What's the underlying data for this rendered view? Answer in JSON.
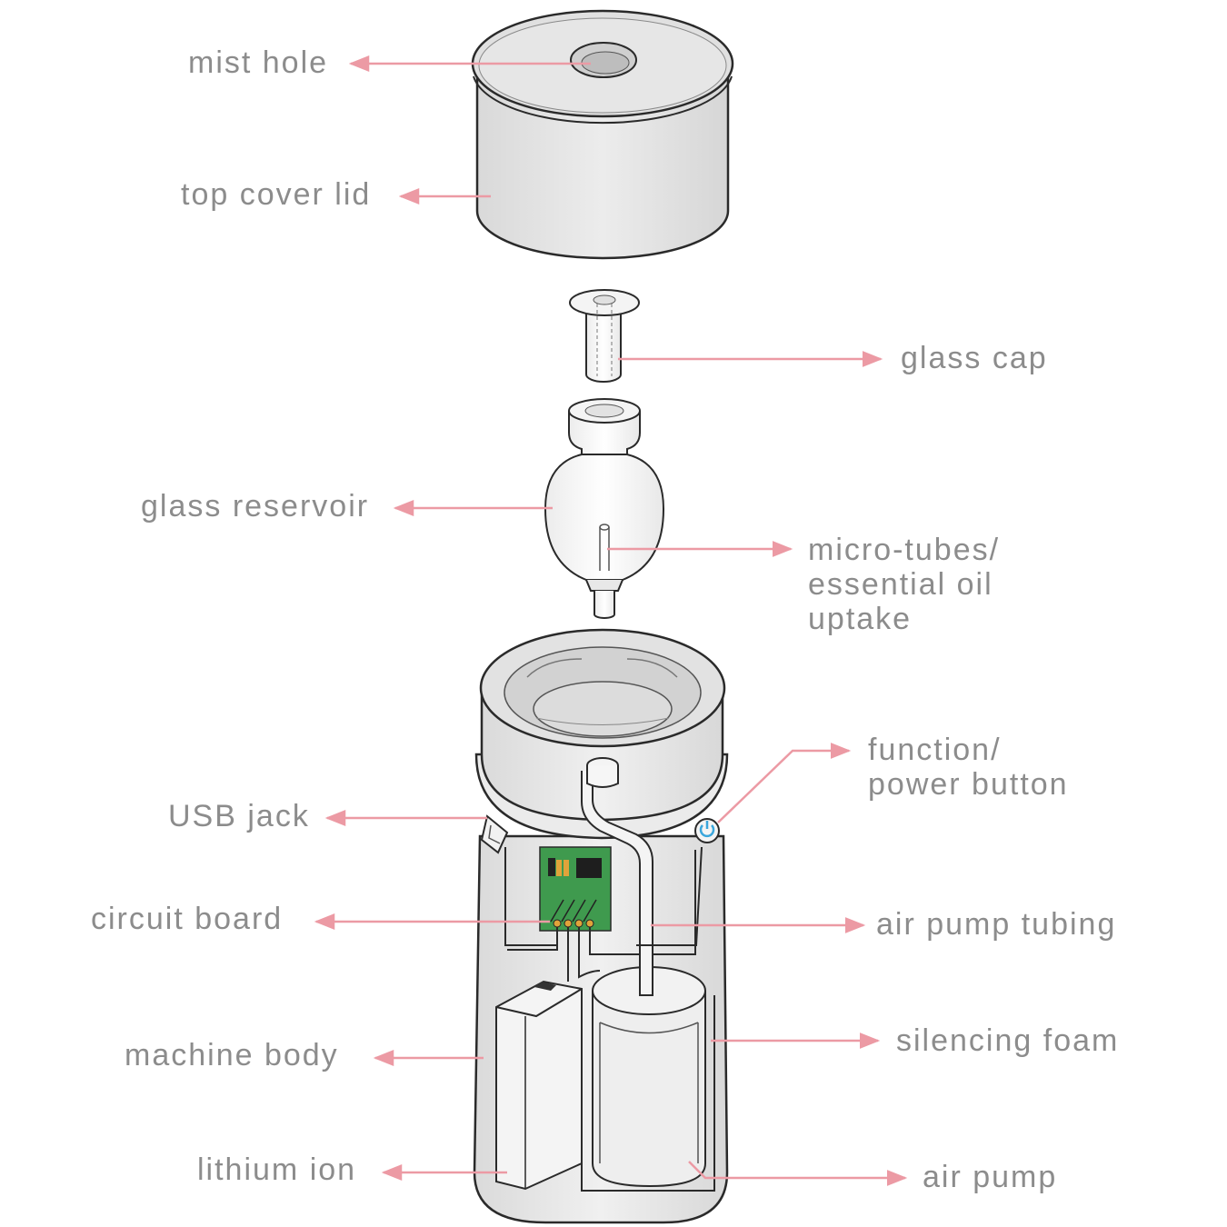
{
  "labels": {
    "mist_hole": "mist hole",
    "top_cover_lid": "top cover lid",
    "glass_cap": "glass cap",
    "glass_reservoir": "glass reservoir",
    "micro_tubes": [
      "micro-tubes/",
      "essential oil",
      "uptake"
    ],
    "function_button": [
      "function/",
      "power button"
    ],
    "usb_jack": "USB jack",
    "circuit_board": "circuit board",
    "air_pump_tubing": "air pump tubing",
    "silencing_foam": "silencing foam",
    "machine_body": "machine body",
    "lithium_ion": "lithium ion",
    "air_pump": "air pump"
  },
  "colors": {
    "leader": "#ec9aa4",
    "label_text": "#8c8c8c",
    "outline": "#2a2a2a",
    "body_fill": "#e9e9e9",
    "lid_fill": "#e4e4e4",
    "pcb": "#3f9a4e",
    "power_icon": "#3aa6dc"
  }
}
